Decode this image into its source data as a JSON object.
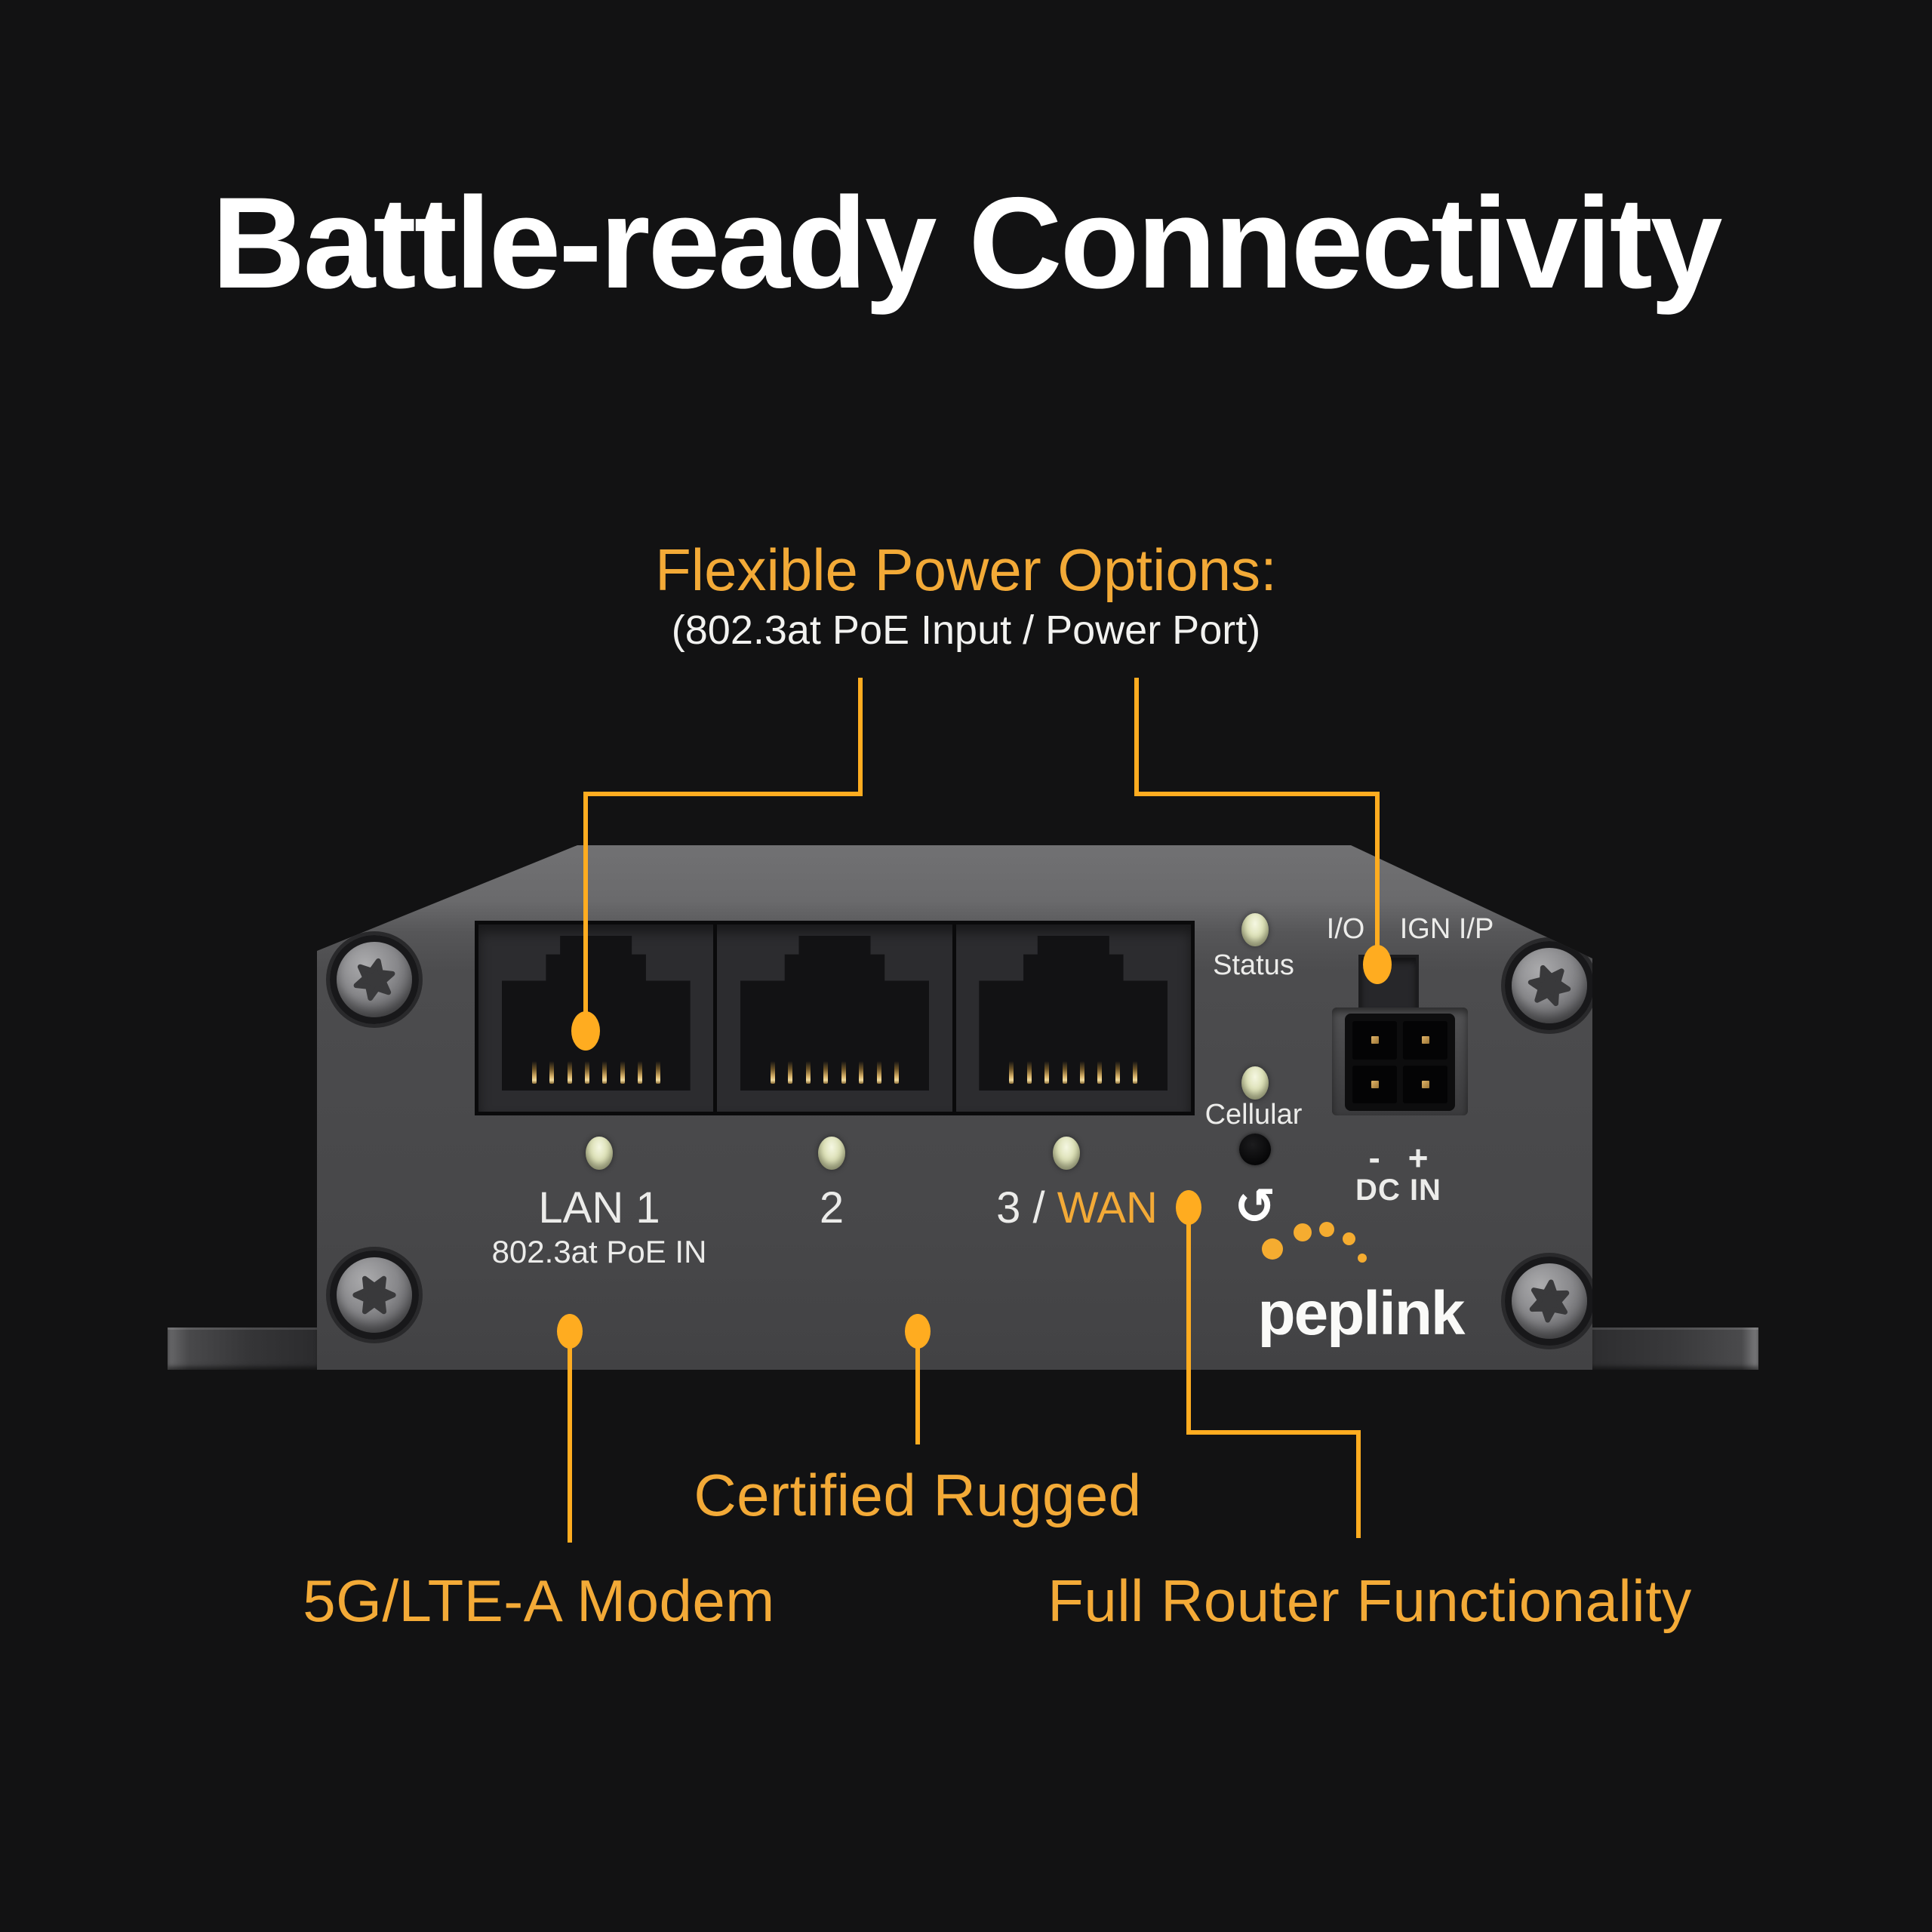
{
  "title": "Battle-ready Connectivity",
  "colors": {
    "background": "#121213",
    "accent_orange_text": "#F3AA37",
    "accent_orange_line": "#FFAC20",
    "led_green": "#DDE1B8",
    "device_gray": "#4C4C4E",
    "text_white": "#FFFFFF"
  },
  "callouts": {
    "power": {
      "label": "Flexible Power Options:",
      "sublabel": "(802.3at PoE Input / Power Port)"
    },
    "certified": {
      "label": "Certified Rugged"
    },
    "modem": {
      "label": "5G/LTE-A Modem"
    },
    "router": {
      "label": "Full Router Functionality"
    }
  },
  "device": {
    "ports": {
      "lan1": "LAN 1",
      "lan1_sub": "802.3at PoE IN",
      "port2": "2",
      "port3_prefix": "3 / ",
      "port3_wan": "WAN"
    },
    "leds": {
      "status": "Status",
      "cellular": "Cellular"
    },
    "io_labels": {
      "io": "I/O",
      "ign": "IGN I/P"
    },
    "power_port": {
      "polarity": "- +",
      "dc_in": "DC IN"
    },
    "brand": "peplink",
    "icons": {
      "reset": "↺"
    }
  }
}
